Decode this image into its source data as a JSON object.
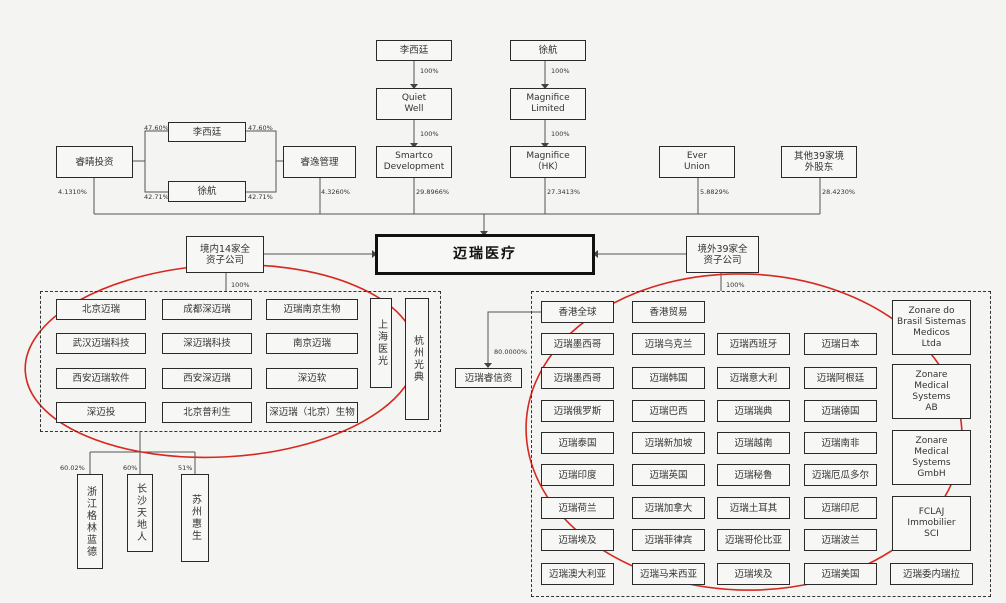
{
  "shareholders_top": {
    "li_xiting": "李西廷",
    "xu_hang": "徐航",
    "quiet_well": "Quiet\nWell",
    "magnifice_ltd": "Magnifice\nLimited",
    "smartco": "Smartco\nDevelopment",
    "magnifice_hk": "Magnifice\n（HK）",
    "ever_union": "Ever\nUnion",
    "others": "其他39家境\n外股东",
    "ruiqing": "睿晴投资",
    "ruiyi": "睿逸管理",
    "li_xiting_mid": "李西廷",
    "xu_hang_mid": "徐航"
  },
  "percentages": {
    "p100_a": "100%",
    "p100_b": "100%",
    "p100_c": "100%",
    "p100_d": "100%",
    "p47_left": "47.60%",
    "p47_right": "47.60%",
    "p42_left": "42.71%",
    "p42_right": "42.71%",
    "ruiqing": "4.1310%",
    "ruiyi": "4.3260%",
    "smartco": "29.8966%",
    "magnifice_hk": "27.3413%",
    "ever_union": "5.8829%",
    "others": "28.4230%",
    "left_group": "100%",
    "right_group": "100%",
    "ruixin": "80.0000%",
    "zj": "60.02%",
    "cs": "60%",
    "sz": "51%"
  },
  "company": "迈瑞医疗",
  "domestic_group": "境内14家全\n资子公司",
  "overseas_group": "境外39家全\n资子公司",
  "domestic_subs": [
    "北京迈瑞",
    "成都深迈瑞",
    "迈瑞南京生物",
    "武汉迈瑞科技",
    "深迈瑞科技",
    "南京迈瑞",
    "西安迈瑞软件",
    "西安深迈瑞",
    "深迈软",
    "深迈投",
    "北京普利生",
    "深迈瑞（北京）生物"
  ],
  "domestic_vertical": [
    "上海医光",
    "杭州光典"
  ],
  "domestic_children": [
    "浙江格林蓝德",
    "长沙天地人",
    "苏州惠生"
  ],
  "overseas_top": [
    "香港全球",
    "香港贸易"
  ],
  "ruixin": "迈瑞睿信资",
  "overseas_subs": [
    "迈瑞墨西哥",
    "迈瑞乌克兰",
    "迈瑞西班牙",
    "迈瑞日本",
    "迈瑞墨西哥",
    "迈瑞韩国",
    "迈瑞意大利",
    "迈瑞阿根廷",
    "迈瑞俄罗斯",
    "迈瑞巴西",
    "迈瑞瑞典",
    "迈瑞德国",
    "迈瑞泰国",
    "迈瑞新加坡",
    "迈瑞越南",
    "迈瑞南非",
    "迈瑞印度",
    "迈瑞英国",
    "迈瑞秘鲁",
    "迈瑞厄瓜多尔",
    "迈瑞荷兰",
    "迈瑞加拿大",
    "迈瑞土耳其",
    "迈瑞印尼",
    "迈瑞埃及",
    "迈瑞菲律宾",
    "迈瑞哥伦比亚",
    "迈瑞波兰",
    "迈瑞澳大利亚",
    "迈瑞马来西亚",
    "迈瑞埃及",
    "迈瑞美国"
  ],
  "overseas_extra": "迈瑞委内瑞拉",
  "overseas_right": [
    "Zonare do\nBrasil Sistemas\nMedicos\nLtda",
    "Zonare\nMedical\nSystems\nAB",
    "Zonare\nMedical\nSystems\nGmbH",
    "FCLAJ\nImmobilier\nSCI"
  ],
  "colors": {
    "annotation": "#d6281f",
    "border": "#2a2a2a",
    "background": "#f4f4f2"
  }
}
